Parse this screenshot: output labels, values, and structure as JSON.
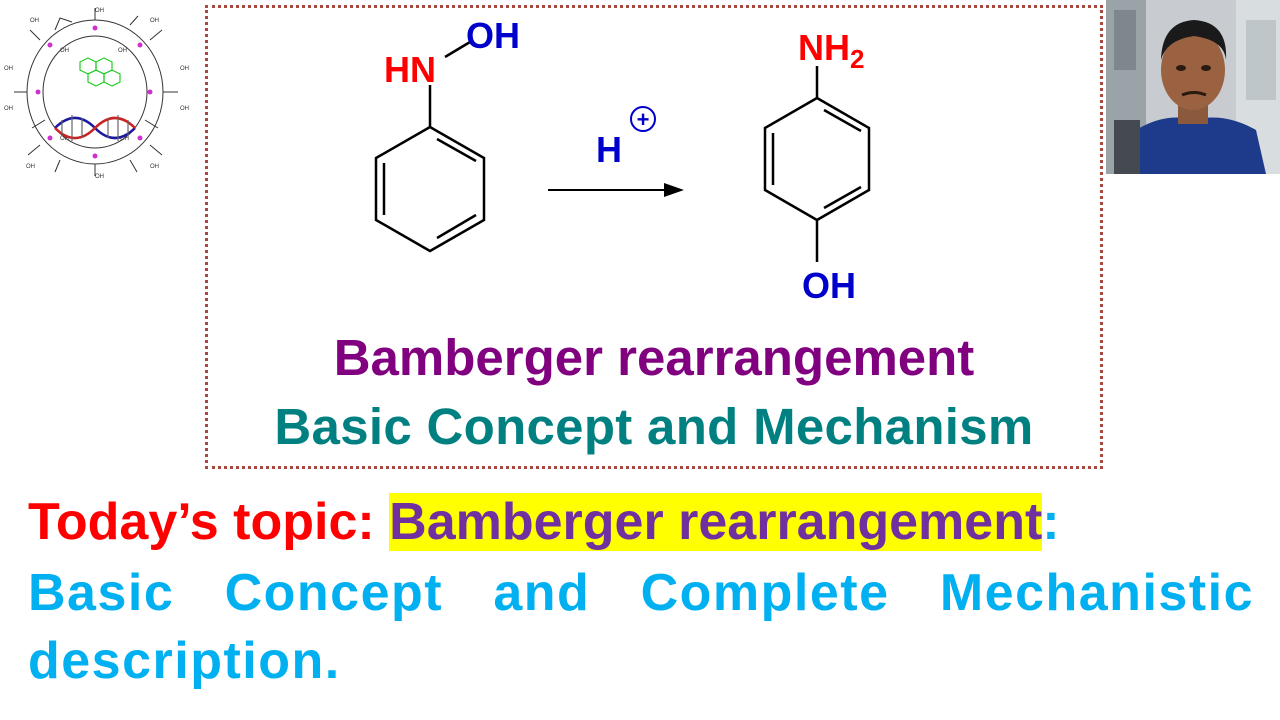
{
  "scheme": {
    "reactant": {
      "amine_label": "HN",
      "hydroxyl_label": "OH"
    },
    "reagent": {
      "symbol": "H",
      "charge": "+"
    },
    "product": {
      "amine_label": "NH",
      "amine_subscript": "2",
      "hydroxyl_label": "OH"
    }
  },
  "title": {
    "line1": "Bamberger rearrangement",
    "line2": "Basic Concept and Mechanism"
  },
  "topic": {
    "prefix": "Today’s topic: ",
    "highlight": "Bamberger rearrangement",
    "colon": ":",
    "line2": "Basic Concept and Complete Mechanistic",
    "line3": "description."
  },
  "colors": {
    "frame": "#a8483f",
    "title1": "#800080",
    "title2": "#008080",
    "topic_prefix": "#ff0000",
    "highlight_bg": "#ffff00",
    "highlight_text": "#7030a0",
    "topic_body": "#00b0f0",
    "nitrogen": "#ff0000",
    "oxygen": "#0000cc"
  },
  "icons": [
    "cyclodextrin-logo-icon",
    "presenter-photo"
  ]
}
